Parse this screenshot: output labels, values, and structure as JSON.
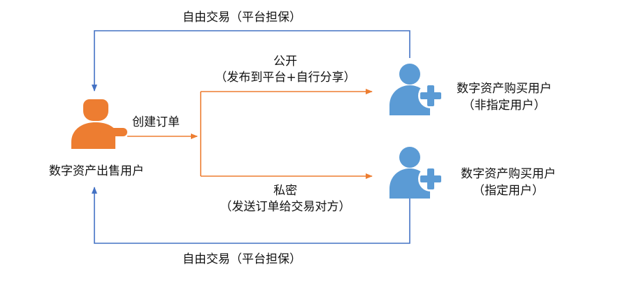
{
  "seller": {
    "label": "数字资产出售用户",
    "icon": "seller-user-icon",
    "color": "#ED7D31"
  },
  "create_order_label": "创建订单",
  "free_trade_top": "自由交易（平台担保）",
  "free_trade_bottom": "自由交易（平台担保）",
  "public_path": {
    "title": "公开",
    "subtitle": "（发布到平台+自行分享）"
  },
  "private_path": {
    "title": "私密",
    "subtitle": "（发送订单给交易对方）"
  },
  "buyer_unspecified": {
    "line1": "数字资产购买用户",
    "line2": "（非指定用户）",
    "icon": "add-user-icon"
  },
  "buyer_specified": {
    "line1": "数字资产购买用户",
    "line2": "（指定用户）",
    "icon": "add-user-icon"
  },
  "colors": {
    "orange": "#ED7D31",
    "blue_line": "#4472C4",
    "blue_icon": "#5B9BD5"
  }
}
